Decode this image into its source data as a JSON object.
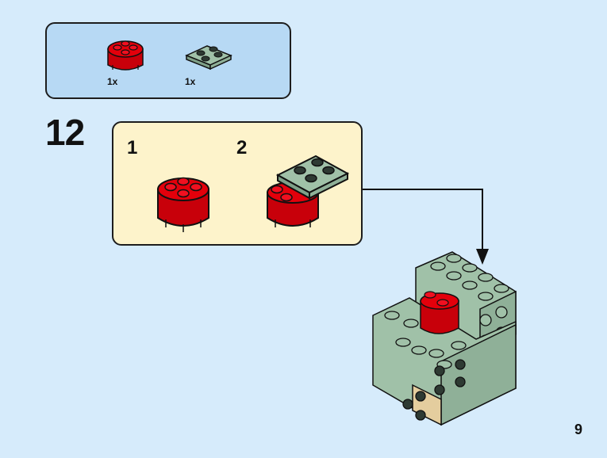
{
  "parts_list": [
    {
      "part": "red-round-brick-2x2-icon",
      "quantity": "1x"
    },
    {
      "part": "sand-green-plate-2x2-icon",
      "quantity": "1x"
    }
  ],
  "step": {
    "number": "12"
  },
  "substeps": [
    {
      "label": "1"
    },
    {
      "label": "2"
    }
  ],
  "page": {
    "number": "9"
  },
  "colors": {
    "background": "#d6ebfb",
    "parts_box": "#b7d9f4",
    "substep_box": "#fdf3cb",
    "brick_red": "#e3000b",
    "sand_green": "#a0c1a8",
    "tan": "#e4cd9e"
  }
}
